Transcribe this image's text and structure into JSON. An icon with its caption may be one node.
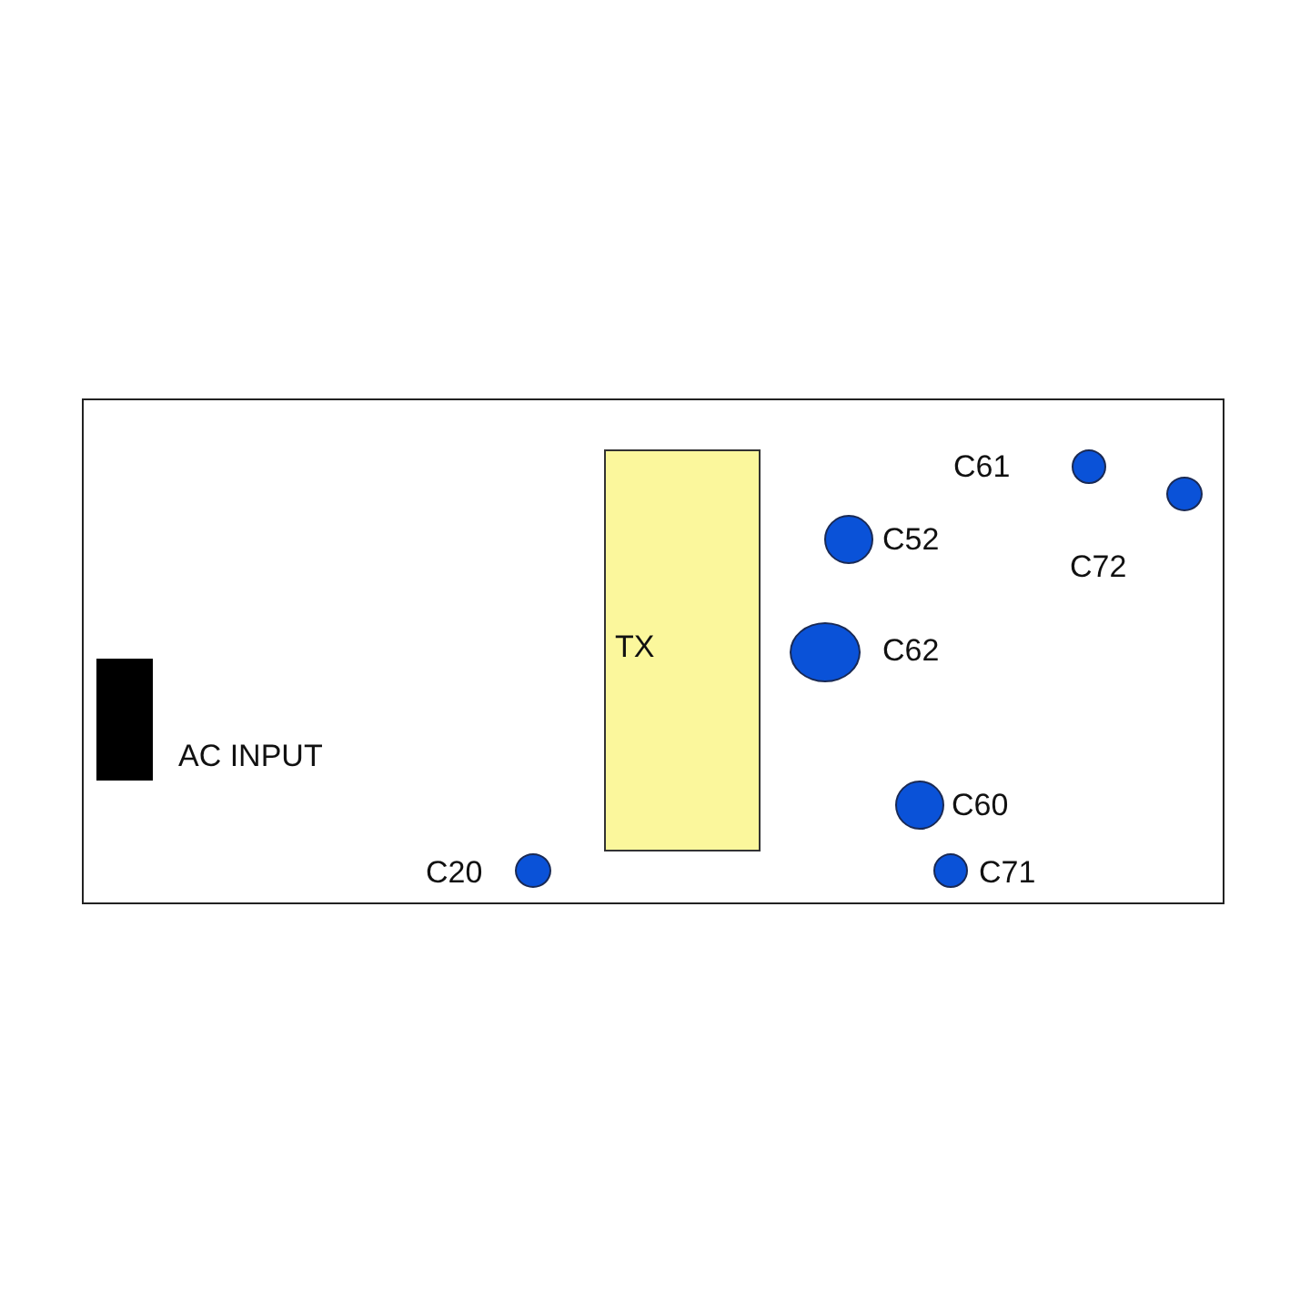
{
  "diagram": {
    "nodes": [
      {
        "text": [],
        "shape": "box"
      },
      {
        "text": [
          "TX"
        ],
        "in": 0
      },
      {
        "text": [],
        "shape": "circle",
        "in": 0,
        "beside": [
          "C61"
        ]
      },
      {
        "text": [],
        "shape": "circle",
        "in": 0,
        "beside": [
          "C52"
        ]
      },
      {
        "text": [],
        "shape": "circle",
        "in": 0,
        "beside": [
          "C72"
        ]
      },
      {
        "text": [],
        "shape": "circle",
        "in": 0,
        "beside": [
          "C62"
        ]
      },
      {
        "text": [],
        "shape": "box",
        "in": 0,
        "beside": [
          "AC INPUT"
        ]
      },
      {
        "text": [],
        "shape": "circle",
        "in": 0,
        "beside": [
          "C60"
        ]
      },
      {
        "text": [],
        "shape": "circle",
        "in": 0,
        "beside": [
          "C20"
        ]
      },
      {
        "text": [],
        "shape": "circle",
        "in": 0,
        "beside": [
          "C71"
        ]
      }
    ]
  }
}
